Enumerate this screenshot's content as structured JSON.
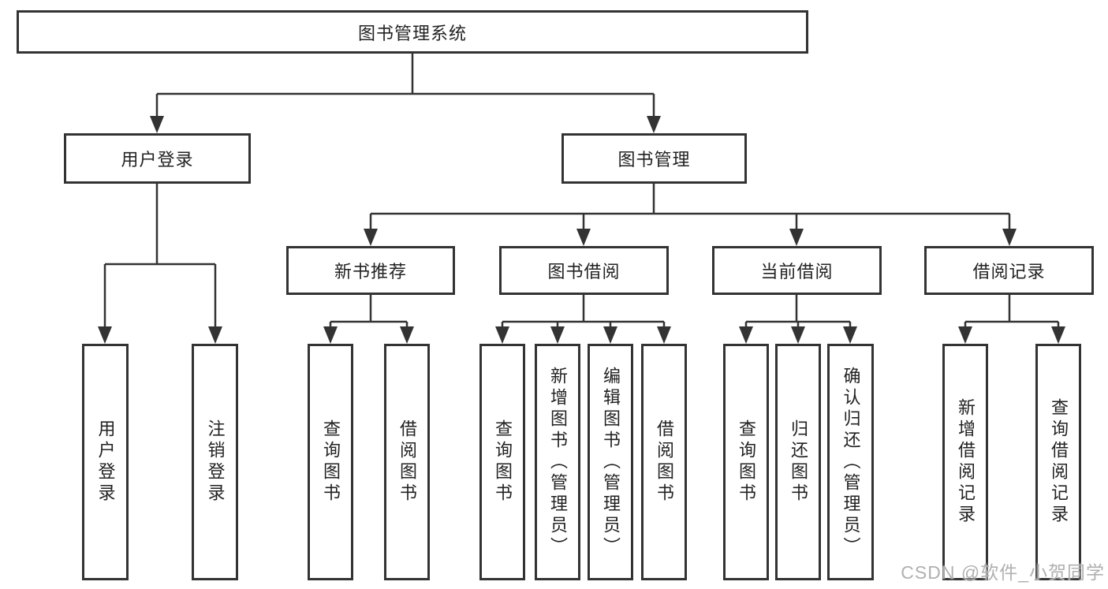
{
  "nodes": {
    "root": "图书管理系统",
    "level1": [
      "用户登录",
      "图书管理"
    ],
    "level2": [
      "新书推荐",
      "图书借阅",
      "当前借阅",
      "借阅记录"
    ],
    "user_login_children": [
      "用户登录",
      "注销登录"
    ],
    "new_book_children": [
      "查询图书",
      "借阅图书"
    ],
    "borrow_children": [
      "查询图书",
      "新增图书（管理员）",
      "编辑图书（管理员）",
      "借阅图书"
    ],
    "current_children": [
      "查询图书",
      "归还图书",
      "确认归还（管理员）"
    ],
    "record_children": [
      "新增借阅记录",
      "查询借阅记录"
    ]
  },
  "colors": {
    "line": "#333333",
    "text": "#222222",
    "background": "#ffffff",
    "watermark": "#b0b0b0"
  },
  "watermark": "CSDN @软件_小贺同学"
}
